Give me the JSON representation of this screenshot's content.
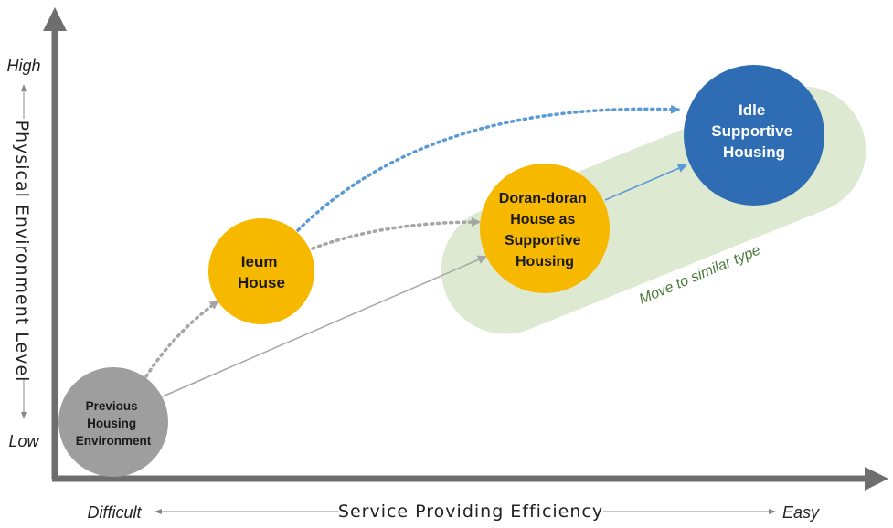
{
  "axes": {
    "y_title": "Physical Environment Level",
    "y_high": "High",
    "y_low": "Low",
    "x_title": "Service Providing Efficiency",
    "x_difficult": "Difficult",
    "x_easy": "Easy"
  },
  "nodes": {
    "previous": [
      "Previous",
      "Housing",
      "Environment"
    ],
    "ieum": [
      "Ieum",
      "House"
    ],
    "doran": [
      "Doran-doran",
      "House as",
      "Supportive",
      "Housing"
    ],
    "idle": [
      "Idle",
      "Supportive",
      "Housing"
    ]
  },
  "group_label": "Move to similar type",
  "colors": {
    "previous": "#9e9e9e",
    "yellow": "#f7b800",
    "blue": "#2e6db4",
    "group_fill": "#dde9d1",
    "blue_arrow": "#5b9bd5",
    "gray_arrow": "#a6a6a6"
  }
}
